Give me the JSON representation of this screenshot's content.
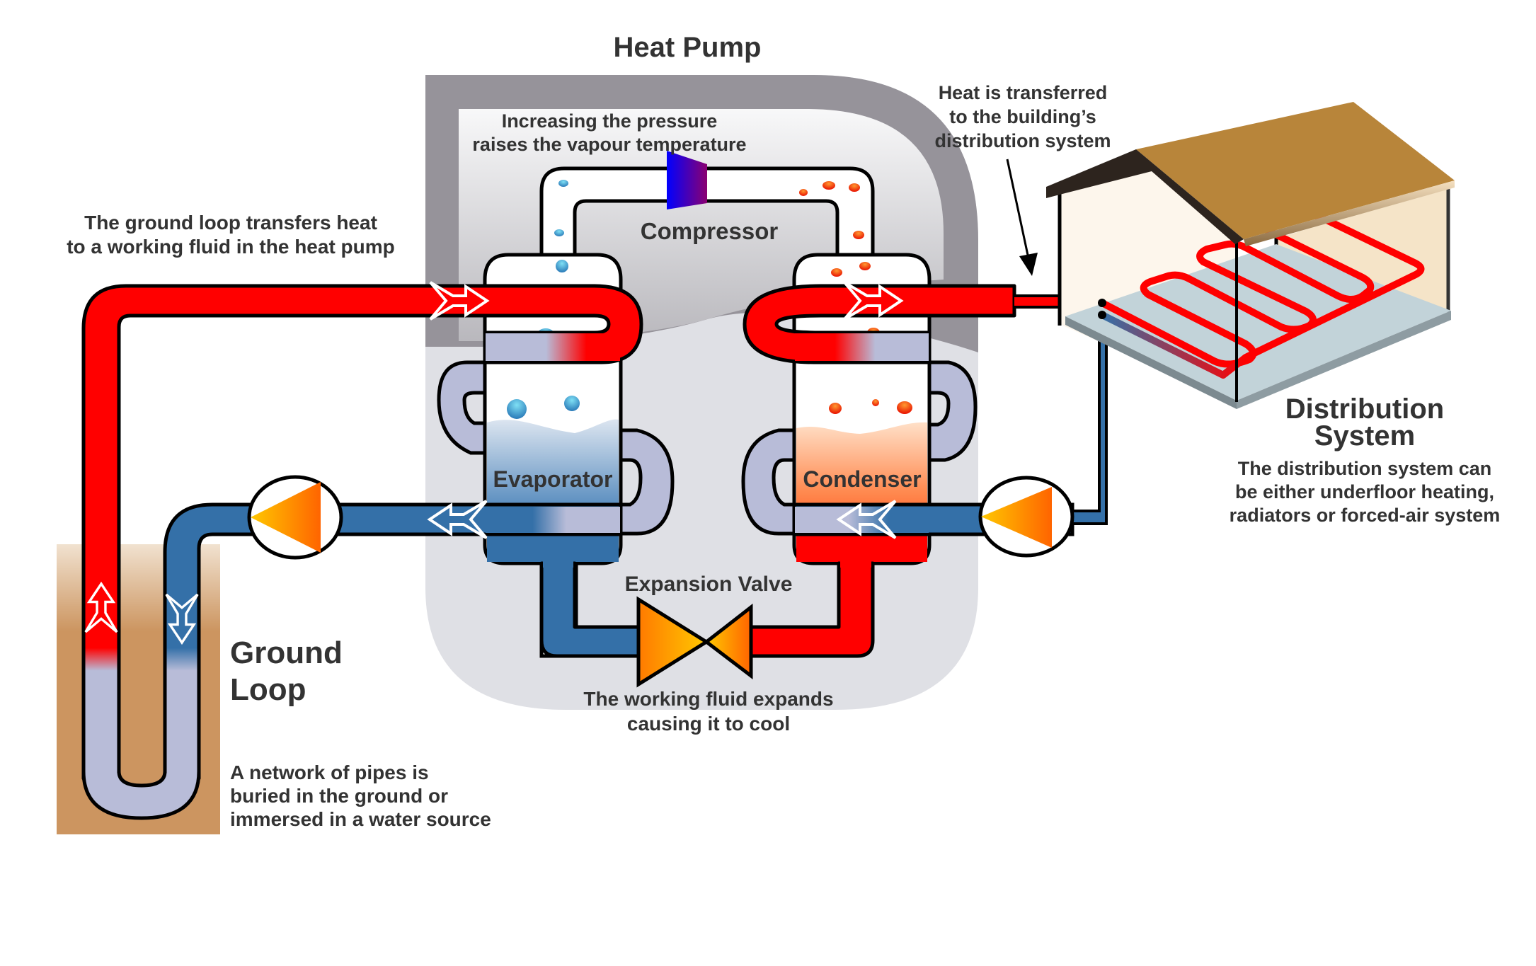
{
  "title": "Heat Pump",
  "labels": {
    "compressor_note": [
      "Increasing the pressure",
      "raises the vapour temperature"
    ],
    "compressor": "Compressor",
    "evaporator": "Evaporator",
    "condenser": "Condenser",
    "expansion_valve": "Expansion Valve",
    "expansion_note": [
      "The working fluid expands",
      "causing it to cool"
    ],
    "ground_loop_note": [
      "The ground loop transfers heat",
      "to a working fluid in the heat pump"
    ],
    "ground_loop_title": [
      "Ground",
      "Loop"
    ],
    "ground_loop_desc": [
      "A network of pipes is",
      "buried in the ground or",
      "immersed in a water source"
    ],
    "transfer_note": [
      "Heat is transferred",
      "to the building’s",
      "distribution system"
    ],
    "distribution_title": [
      "Distribution",
      "System"
    ],
    "distribution_desc": [
      "The distribution system can",
      "be either underfloor heating,",
      "radiators or forced-air system"
    ]
  },
  "icons": {
    "flow_arrow": "double-chevron-arrow",
    "pump": "circulation-pump-triangle",
    "valve": "bowtie-expansion-valve",
    "compressor": "trapezoid-compressor"
  },
  "colors": {
    "hot": "#ff0000",
    "cold": "#3470a8",
    "neutral_pipe": "#b8bcd8",
    "housing_dark": "#96939a",
    "housing_light": "#dfe0e5",
    "ground": "#cc9560",
    "roof": "#b8853a",
    "wall": "#fdf6ec",
    "floor": "#c2d3d9",
    "text": "#333333"
  }
}
